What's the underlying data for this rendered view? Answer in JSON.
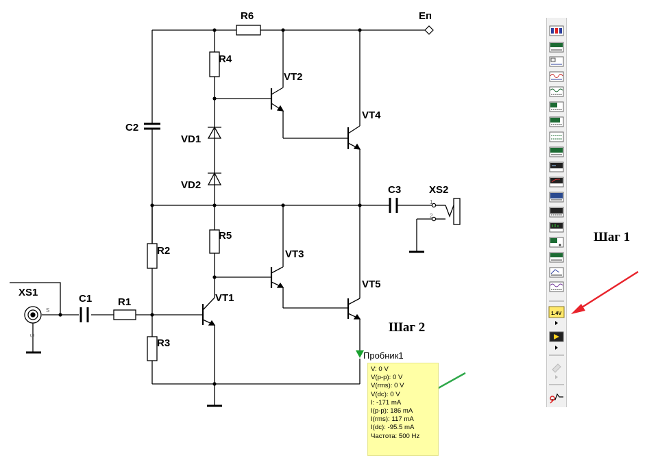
{
  "components": {
    "R6": "R6",
    "R4": "R4",
    "R5": "R5",
    "R2": "R2",
    "R3": "R3",
    "R1": "R1",
    "C1": "C1",
    "C2": "C2",
    "C3": "C3",
    "VD1": "VD1",
    "VD2": "VD2",
    "VT1": "VT1",
    "VT2": "VT2",
    "VT3": "VT3",
    "VT4": "VT4",
    "VT5": "VT5",
    "XS1": "XS1",
    "XS2": "XS2",
    "Ep": "Eп"
  },
  "pins": {
    "xs1_s": "S",
    "xs1_c": "C",
    "xs2_1": "1",
    "xs2_2": "2"
  },
  "steps": {
    "step1": "Шаг 1",
    "step2": "Шаг 2"
  },
  "probe": {
    "name": "Пробник1",
    "readings": [
      "V: 0 V",
      "V(p-p): 0 V",
      "V(rms): 0 V",
      "V(dc): 0 V",
      "I: -171 mA",
      "I(p-p): 186 mA",
      "I(rms): 117 mA",
      "I(dc): -95.5 mA",
      "Частота: 500 Hz"
    ]
  },
  "toolbar": {
    "items": [
      "multimeter-icon",
      "function-generator-icon",
      "wattmeter-icon",
      "oscilloscope-icon",
      "four-channel-oscilloscope-icon",
      "bode-plotter-icon",
      "frequency-counter-icon",
      "word-generator-icon",
      "logic-analyzer-icon",
      "logic-converter-icon",
      "iv-analyzer-icon",
      "distortion-analyzer-icon",
      "spectrum-analyzer-icon",
      "network-analyzer-icon",
      "agilent-generator-icon",
      "agilent-multimeter-icon",
      "agilent-oscilloscope-icon",
      "tektronix-oscilloscope-icon",
      "measurement-probe-icon",
      "labview-instrument-icon",
      "current-probe-icon",
      "probe-settings-icon"
    ],
    "probe_label": "1.4V"
  },
  "colors": {
    "arrow_red": "#e8232b",
    "arrow_green": "#2fa84a",
    "probe_fill": "#ffffa5",
    "probe_marker": "#19a02f"
  }
}
